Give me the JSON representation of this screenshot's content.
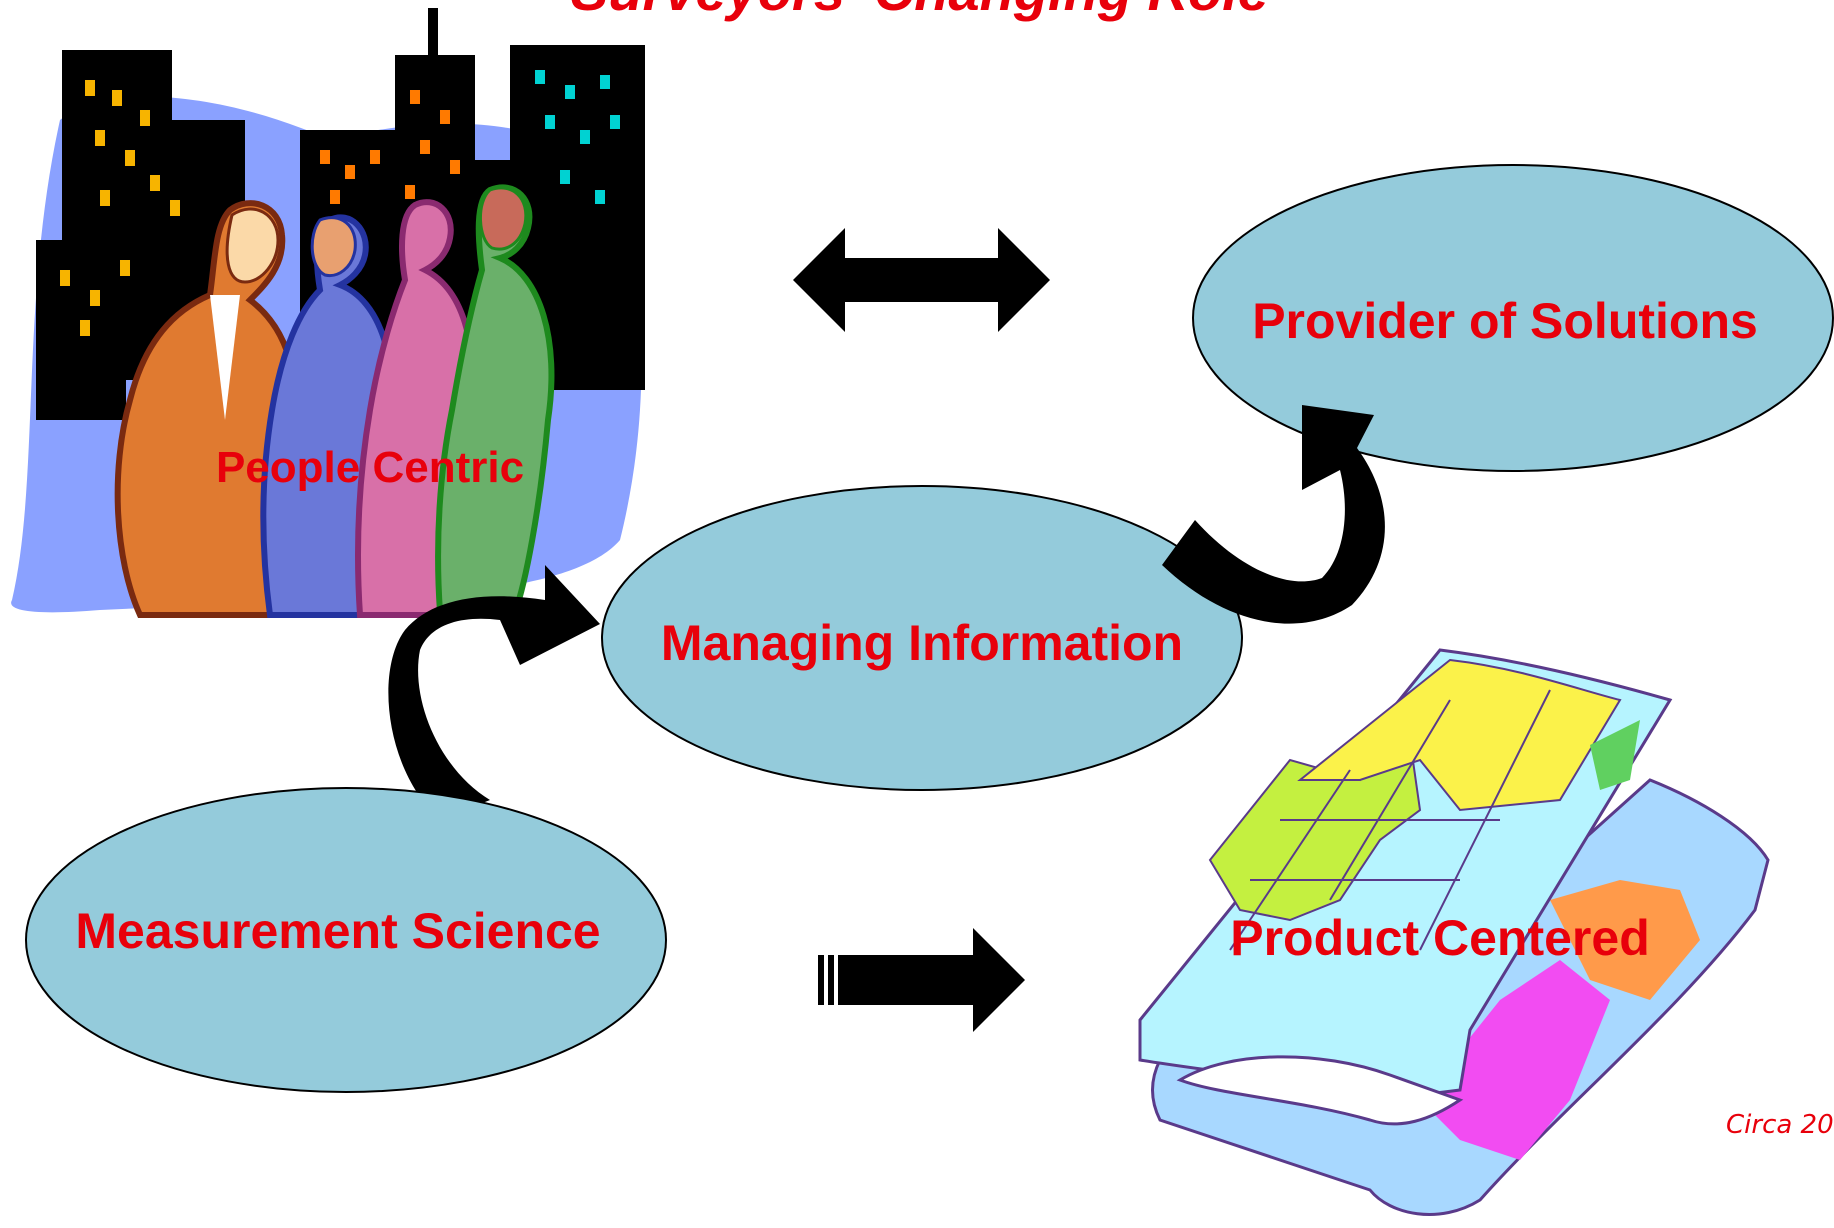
{
  "title": "Surveyors' Changing Role",
  "nodes": {
    "people_centric": "People Centric",
    "provider_of_solutions": "Provider of Solutions",
    "managing_information": "Managing Information",
    "measurement_science": "Measurement Science",
    "product_centered": "Product Centered"
  },
  "footnote": "Circa 20",
  "colors": {
    "ellipse_fill": "#94cbdb",
    "label_red": "#e8000b",
    "arrow": "#000000"
  },
  "icons": {
    "people_city": "people-city-clipart",
    "map": "folded-world-map-clipart"
  }
}
